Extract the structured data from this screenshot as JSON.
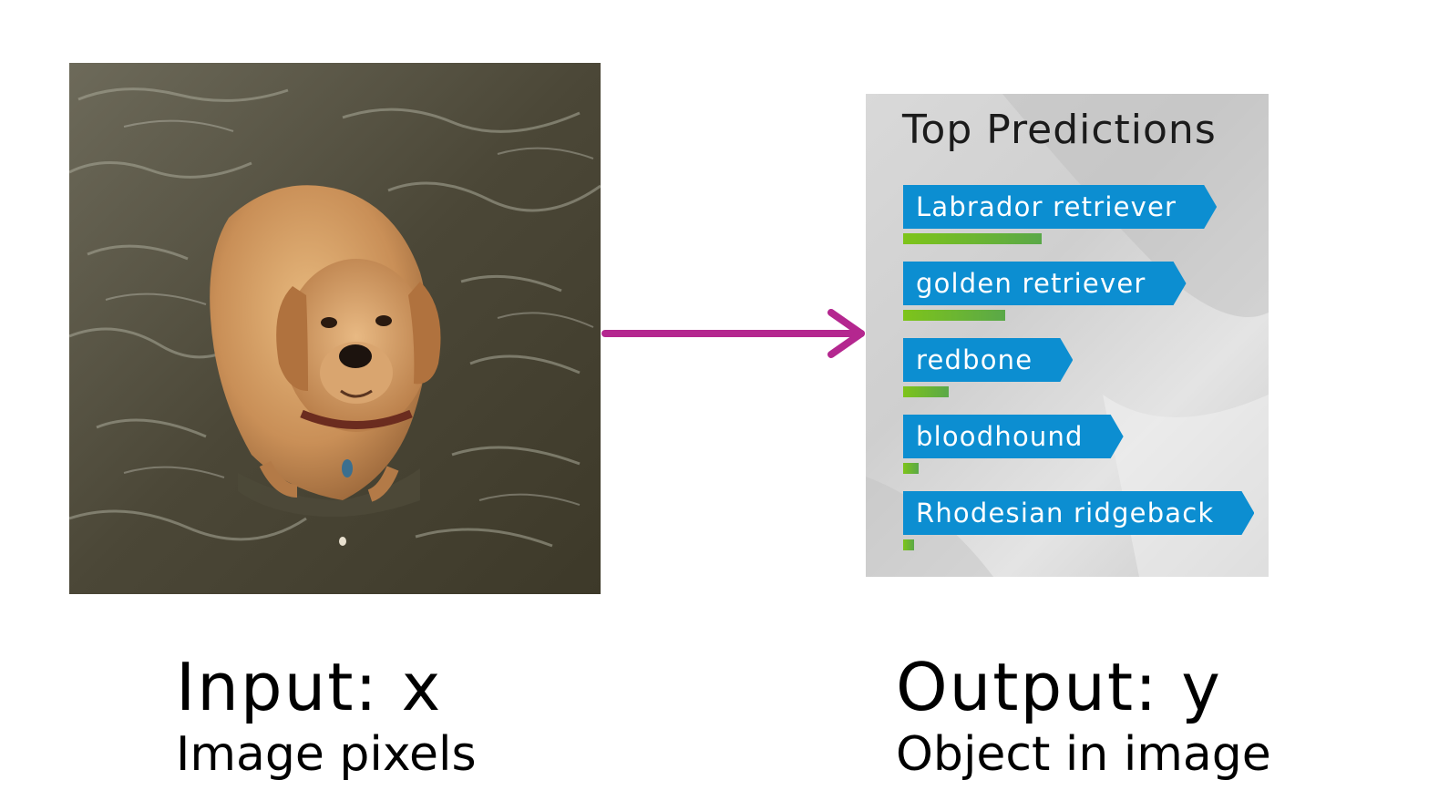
{
  "input": {
    "caption": "Input:  x",
    "subcaption": "Image pixels"
  },
  "output": {
    "caption": "Output:  y",
    "subcaption": "Object in image"
  },
  "predictions_panel": {
    "title": "Top Predictions",
    "items": [
      {
        "label": "Labrador retriever",
        "score": 0.46
      },
      {
        "label": "golden retriever",
        "score": 0.34
      },
      {
        "label": "redbone",
        "score": 0.15
      },
      {
        "label": "bloodhound",
        "score": 0.05
      },
      {
        "label": "Rhodesian ridgeback",
        "score": 0.035
      }
    ]
  },
  "colors": {
    "arrow": "#b4278f",
    "label_background": "#0c8ed1",
    "score_bar": "#7ec41a"
  }
}
